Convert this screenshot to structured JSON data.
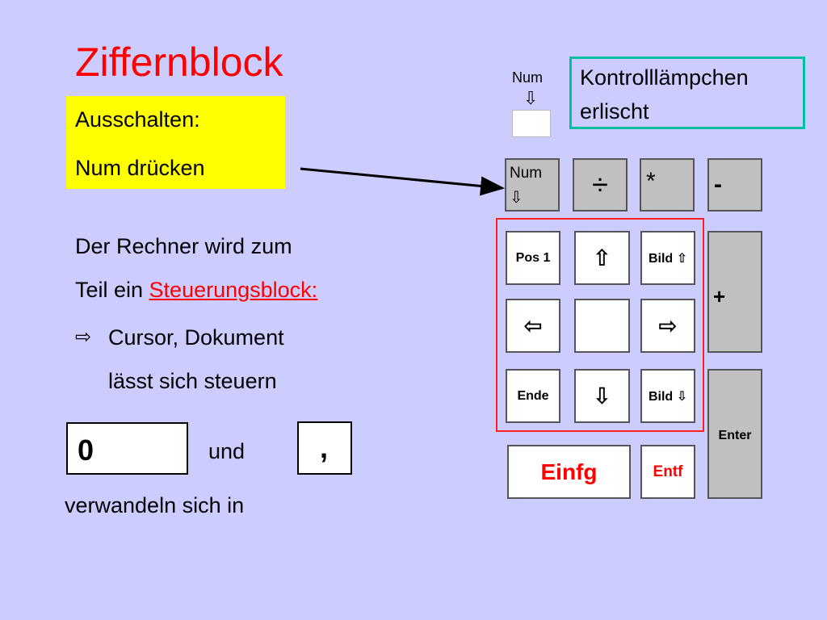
{
  "slide": {
    "title": "Ziffernblock",
    "yellow_box": {
      "line1": "Ausschalten:",
      "line2": "Num drücken"
    },
    "text": {
      "line1": "Der Rechner wird zum",
      "line2_prefix": "Teil ein ",
      "line2_link": "Steuerungsblock:",
      "bullet_arrow": "⇨",
      "bullet_line1": "Cursor, Dokument",
      "bullet_line2": "lässt sich steuern",
      "zero_key": "0",
      "and_word": "und",
      "comma_key": ",",
      "bottom_line": "verwandeln sich in"
    },
    "num_lamp": {
      "label": "Num",
      "arrow": "⇩"
    },
    "callout": {
      "line1": "Kontrolllämpchen",
      "line2": "erlischt"
    },
    "keypad": {
      "num": {
        "label": "Num",
        "arrow": "⇩"
      },
      "divide": "÷",
      "multiply": "*",
      "minus": "-",
      "plus": "+",
      "pos1": "Pos 1",
      "up": "⇧",
      "bild_up": "Bild ⇧",
      "left": "⇦",
      "center": "",
      "right": "⇨",
      "ende": "Ende",
      "down": "⇩",
      "bild_down": "Bild ⇩",
      "enter": "Enter",
      "einfg": "Einfg",
      "entf": "Entf"
    }
  },
  "colors": {
    "background": "#ccccff",
    "title_red": "#ff0000",
    "highlight_yellow": "#ffff00",
    "callout_border": "#00c0a0",
    "key_gray": "#c0c0c0"
  }
}
